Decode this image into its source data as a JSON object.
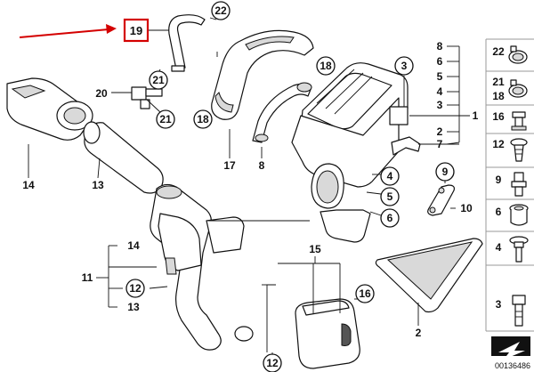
{
  "highlight": {
    "label": "19",
    "box_color": "#d40000",
    "arrow_color": "#d40000"
  },
  "callouts": {
    "c22": "22",
    "c21a": "21",
    "c20": "20",
    "c21b": "21",
    "c18a": "18",
    "c17": "17",
    "c8a": "8",
    "c18b": "18",
    "c3": "3",
    "c14a": "14",
    "c13a": "13",
    "c4": "4",
    "c5": "5",
    "c6": "6",
    "c9": "9",
    "c10": "10",
    "c15": "15",
    "c14b": "14",
    "c11": "11",
    "c12a": "12",
    "c13b": "13",
    "c16": "16",
    "c12b": "12",
    "c2b": "2"
  },
  "bracket_labels": [
    "8",
    "6",
    "5",
    "4",
    "3",
    "1",
    "2",
    "7"
  ],
  "side_items": [
    {
      "label": "22",
      "icon": "hose-clamp-icon"
    },
    {
      "label": "21",
      "icon": "hose-clamp-icon"
    },
    {
      "label": "18",
      "icon": "hose-clamp-icon"
    },
    {
      "label": "16",
      "icon": "grommet-icon"
    },
    {
      "label": "12",
      "icon": "expanding-rivet-icon"
    },
    {
      "label": "9",
      "icon": "rubber-mount-icon"
    },
    {
      "label": "6",
      "icon": "bushing-icon"
    },
    {
      "label": "4",
      "icon": "flange-screw-icon"
    },
    {
      "label": "3",
      "icon": "hex-bolt-icon"
    }
  ],
  "diagram_id": "00136486"
}
